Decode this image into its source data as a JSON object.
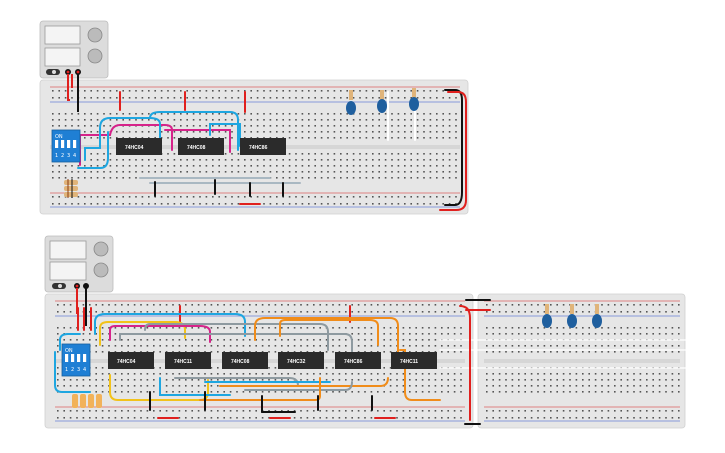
{
  "circuit_1": {
    "chips": [
      "74HC04",
      "74HC08",
      "74HC86"
    ],
    "dip_switch": {
      "label": "ON",
      "positions": [
        "1",
        "2",
        "3",
        "4"
      ]
    },
    "led_count": 3,
    "led_color": "#1f5f9e"
  },
  "circuit_2": {
    "chips": [
      "74HC04",
      "74HC11",
      "74HC08",
      "74HC32",
      "74HC86",
      "74HC11"
    ],
    "dip_switch": {
      "label": "ON",
      "positions": [
        "1",
        "2",
        "3",
        "4"
      ]
    },
    "led_count": 3,
    "led_color": "#1f5f9e"
  },
  "colors": {
    "breadboard": "#e6e6e6",
    "rail_red": "#d32020",
    "rail_blue": "#2a4fd0",
    "chip": "#2b2b2b",
    "wire_red": "#e0201e",
    "wire_black": "#151515",
    "wire_cyan": "#1ea6e0",
    "wire_magenta": "#d6238a",
    "wire_yellow": "#f2c21a",
    "wire_orange": "#f08c1a",
    "wire_gray": "#8e9aa0",
    "dip_switch": "#1f7fd4"
  }
}
